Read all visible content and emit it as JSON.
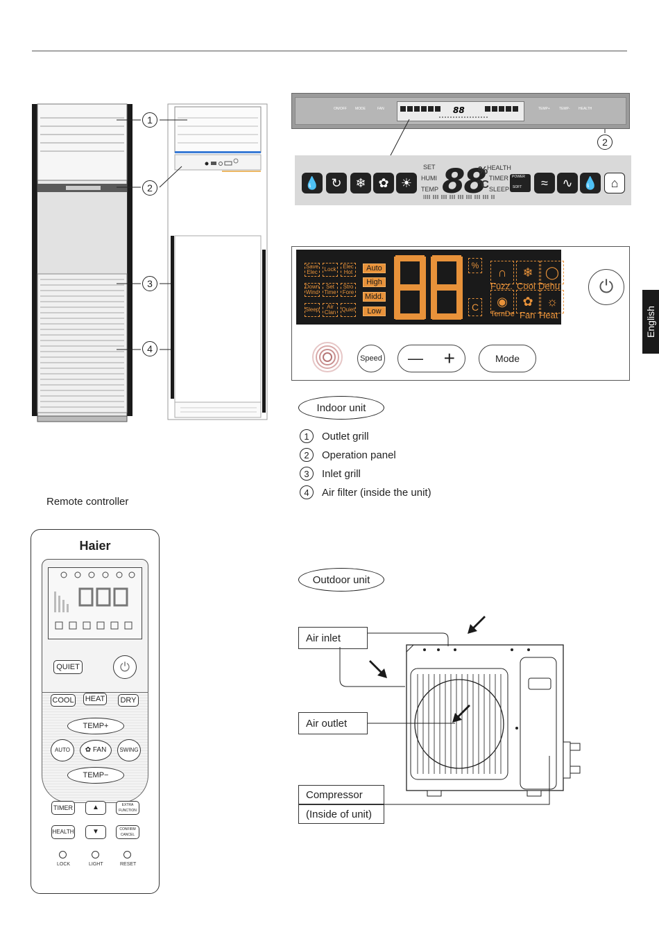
{
  "language_tab": "English",
  "indoor": {
    "callouts": [
      "1",
      "2",
      "3",
      "4"
    ],
    "oval_label": "Indoor unit",
    "legend": [
      {
        "num": "1",
        "text": "Outlet grill"
      },
      {
        "num": "2",
        "text": "Operation panel"
      },
      {
        "num": "3",
        "text": "Inlet grill"
      },
      {
        "num": "4",
        "text": "Air filter (inside the unit)"
      }
    ]
  },
  "control_strip": {
    "buttons": [
      "ON/OFF",
      "MODE",
      "FAN",
      "TEMP+",
      "TEMP-",
      "HEALTH"
    ],
    "callout": "2"
  },
  "lcd": {
    "left_labels": [
      "SET",
      "HUMI",
      "TEMP"
    ],
    "digits": "88",
    "units": [
      "%",
      "°C"
    ],
    "right_labels": [
      "HEALTH",
      "TIMER",
      "SLEEP"
    ],
    "power_labels": [
      "POWER",
      "SOFT"
    ],
    "icons": [
      "dry-icon",
      "auto-icon",
      "cool-icon",
      "fan-icon",
      "heat-icon",
      "heater-icon",
      "defrost-icon",
      "humidify-icon",
      "home-icon"
    ]
  },
  "digital_panel": {
    "dashed_boxes": [
      "Save Elec",
      "Lock",
      "Elec Hot",
      "Down Wind",
      "Set Time",
      "Stro Fore",
      "Sleep",
      "Air Clan",
      "Quiet"
    ],
    "speed_buttons": [
      "Auto",
      "High",
      "Midd.",
      "Low"
    ],
    "modes": [
      "Fuzz.",
      "Cool",
      "Dehu",
      "TemDe",
      "Fan",
      "Heat"
    ],
    "buttons": {
      "speed": "Speed",
      "minus": "—",
      "plus": "+",
      "mode": "Mode"
    }
  },
  "remote": {
    "section_title": "Remote controller",
    "brand": "Haier",
    "quiet": "QUIET",
    "mode_buttons": [
      "COOL",
      "HEAT",
      "DRY"
    ],
    "temp_plus": "TEMP+",
    "temp_minus": "TEMP−",
    "auto": "AUTO",
    "fan": "FAN",
    "swing": "SWING",
    "timer": "TIMER",
    "extra": "EXTRA FUNCTION",
    "health": "HEALTH",
    "confirm": "CONFIRM CANCEL",
    "bottom": [
      "LOCK",
      "LIGHT",
      "RESET"
    ]
  },
  "outdoor": {
    "oval_label": "Outdoor unit",
    "air_inlet": "Air inlet",
    "air_outlet": "Air outlet",
    "compressor": "Compressor",
    "compressor_note": "(Inside of unit)"
  }
}
